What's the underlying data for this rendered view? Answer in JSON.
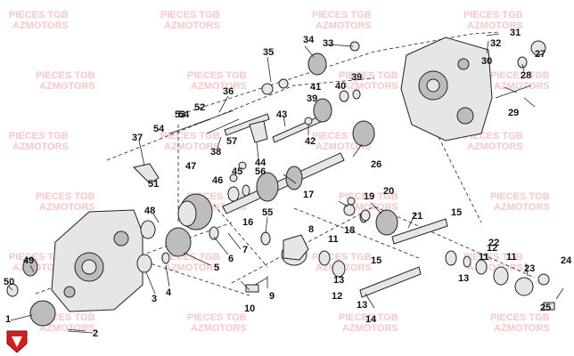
{
  "watermark": {
    "line1": "PIECES TGB",
    "line2": "AZMOTORS"
  },
  "part_numbers": [
    "1",
    "2",
    "3",
    "4",
    "5",
    "6",
    "7",
    "8",
    "9",
    "10",
    "11",
    "11",
    "11",
    "12",
    "12",
    "13",
    "13",
    "13",
    "14",
    "15",
    "15",
    "16",
    "17",
    "18",
    "19",
    "20",
    "21",
    "22",
    "23",
    "24",
    "25",
    "26",
    "27",
    "28",
    "29",
    "30",
    "31",
    "32",
    "33",
    "34",
    "35",
    "36",
    "37",
    "38",
    "39",
    "39",
    "40",
    "41",
    "42",
    "43",
    "44",
    "45",
    "46",
    "47",
    "48",
    "49",
    "50",
    "51",
    "52",
    "53",
    "54",
    "54",
    "55",
    "56",
    "57"
  ],
  "colors": {
    "watermark": "#f29a9a",
    "line": "#222222",
    "logo": "#d21f1f"
  }
}
